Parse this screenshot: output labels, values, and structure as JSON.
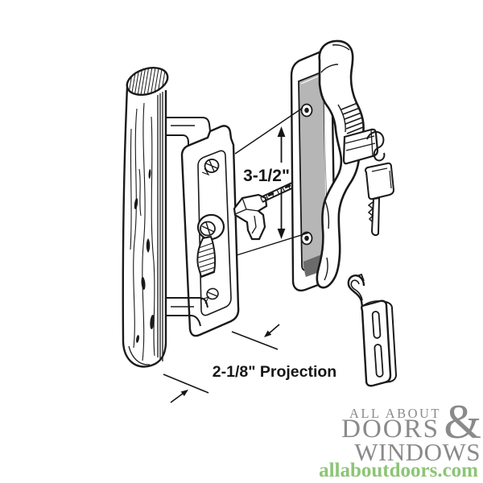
{
  "annotations": {
    "hole_spacing_label": "3-1/2\"",
    "projection_label": "2-1/8\" Projection"
  },
  "logo": {
    "top_line": "ALL ABOUT",
    "ampersand": "&",
    "middle_line": "DOORS",
    "bottom_line": "WINDOWS",
    "url": "allaboutdoors.com",
    "gray_color": "#8a8a8a",
    "green_color": "#8cc576"
  },
  "illustration": {
    "parts": [
      "wood-pull-handle",
      "interior-handle-plate",
      "phillips-screws",
      "thumbturn-lock-lever",
      "latch-hook",
      "spindle-rod",
      "exterior-handle",
      "lock-bolt",
      "keys-on-ring",
      "keeper-bracket"
    ],
    "colors": {
      "line": "#1a1a1a",
      "panel_gray": "#b6b6b6",
      "panel_shadow": "#6b6b6b",
      "background": "#ffffff"
    }
  }
}
